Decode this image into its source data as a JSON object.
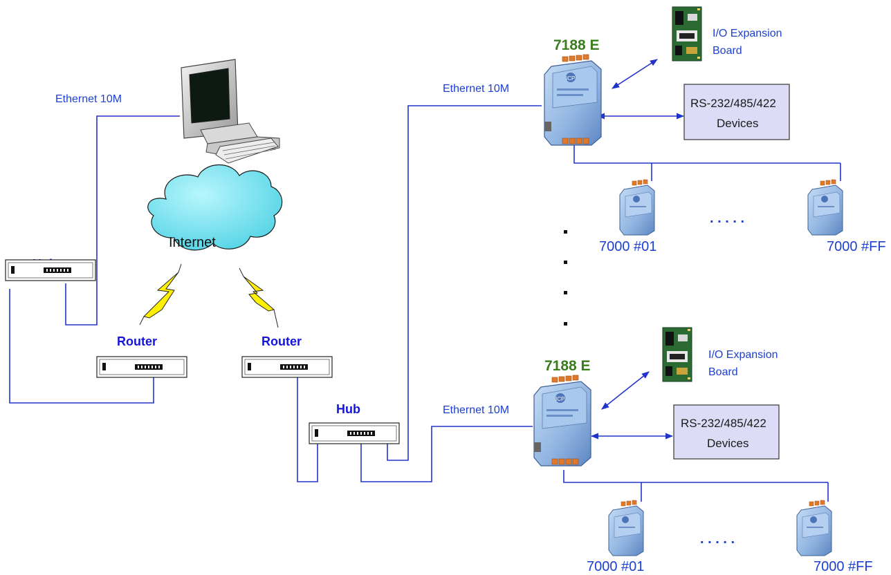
{
  "labels": {
    "ethernet_pc": "Ethernet 10M",
    "ethernet_top": "Ethernet 10M",
    "ethernet_bottom": "Ethernet 10M",
    "hub_left": "Hub",
    "hub_center": "Hub",
    "router_left": "Router",
    "router_right": "Router",
    "internet": "Internet",
    "controller_top": "7188 E",
    "controller_bottom": "7188 E",
    "io_top_line1": "I/O Expansion",
    "io_top_line2": "Board",
    "io_bottom_line1": "I/O Expansion",
    "io_bottom_line2": "Board",
    "serial_top_line1": "RS-232/485/422",
    "serial_top_line2": "Devices",
    "serial_bottom_line1": "RS-232/485/422",
    "serial_bottom_line2": "Devices",
    "module_top_first": "7000 #01",
    "module_top_last": "7000 #FF",
    "module_bottom_first": "7000 #01",
    "module_bottom_last": "7000 #FF",
    "ellipsis_top": ". . . . .",
    "ellipsis_bottom": ". . . . ."
  },
  "colors": {
    "wire": "#2233cc",
    "cloud": "#7fe4f0",
    "device_body": "#8fb3e0",
    "device_terminal": "#e07a2a",
    "serial_box": "#dcdcf7",
    "lightning_left": "#fff000",
    "lightning_right": "#fff000",
    "controller_label": "#3a7d1c"
  },
  "icons": [
    "computer-icon",
    "hub-icon",
    "router-icon",
    "cloud-icon",
    "lightning-icon",
    "controller-icon",
    "io-board-icon",
    "module-icon"
  ]
}
